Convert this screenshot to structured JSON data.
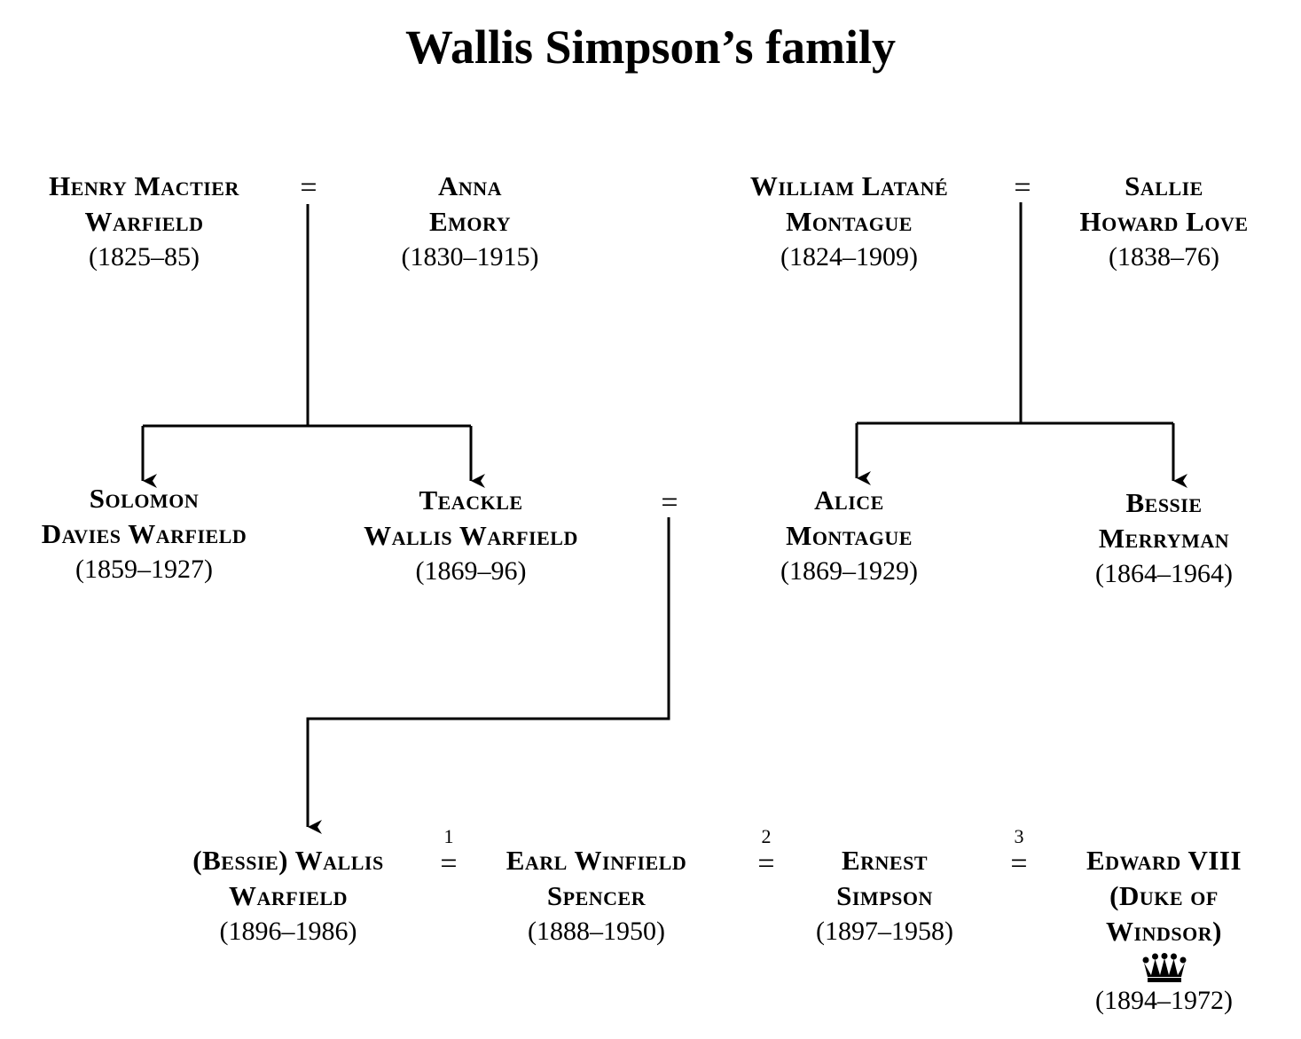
{
  "title": "Wallis Simpson’s family",
  "marriage_symbol": "=",
  "people": {
    "henry": {
      "line1": "Henry Mactier",
      "line2": "Warfield",
      "dates": "(1825–85)"
    },
    "anna": {
      "line1": "Anna",
      "line2": "Emory",
      "dates": "(1830–1915)"
    },
    "william": {
      "line1": "William Latané",
      "line2": "Montague",
      "dates": "(1824–1909)"
    },
    "sallie": {
      "line1": "Sallie",
      "line2": "Howard Love",
      "dates": "(1838–76)"
    },
    "solomon": {
      "line1": "Solomon",
      "line2": "Davies Warfield",
      "dates": "(1859–1927)"
    },
    "teackle": {
      "line1": "Teackle",
      "line2": "Wallis Warfield",
      "dates": "(1869–96)"
    },
    "alice": {
      "line1": "Alice",
      "line2": "Montague",
      "dates": "(1869–1929)"
    },
    "bessie": {
      "line1": "Bessie",
      "line2": "Merryman",
      "dates": "(1864–1964)"
    },
    "wallis": {
      "line1": "(Bessie) Wallis",
      "line2": "Warfield",
      "dates": "(1896–1986)"
    },
    "earl": {
      "line1": "Earl Winfield",
      "line2": "Spencer",
      "dates": "(1888–1950)"
    },
    "ernest": {
      "line1": "Ernest",
      "line2": "Simpson",
      "dates": "(1897–1958)"
    },
    "edward": {
      "line1": "Edward VIII",
      "line2": "(Duke of",
      "line3": "Windsor)",
      "dates": "(1894–1972)",
      "icon": "crown-icon"
    }
  },
  "marriage_numbers": [
    "1",
    "2",
    "3"
  ],
  "colors": {
    "line": "#000000",
    "text": "#000000",
    "background": "#ffffff"
  }
}
